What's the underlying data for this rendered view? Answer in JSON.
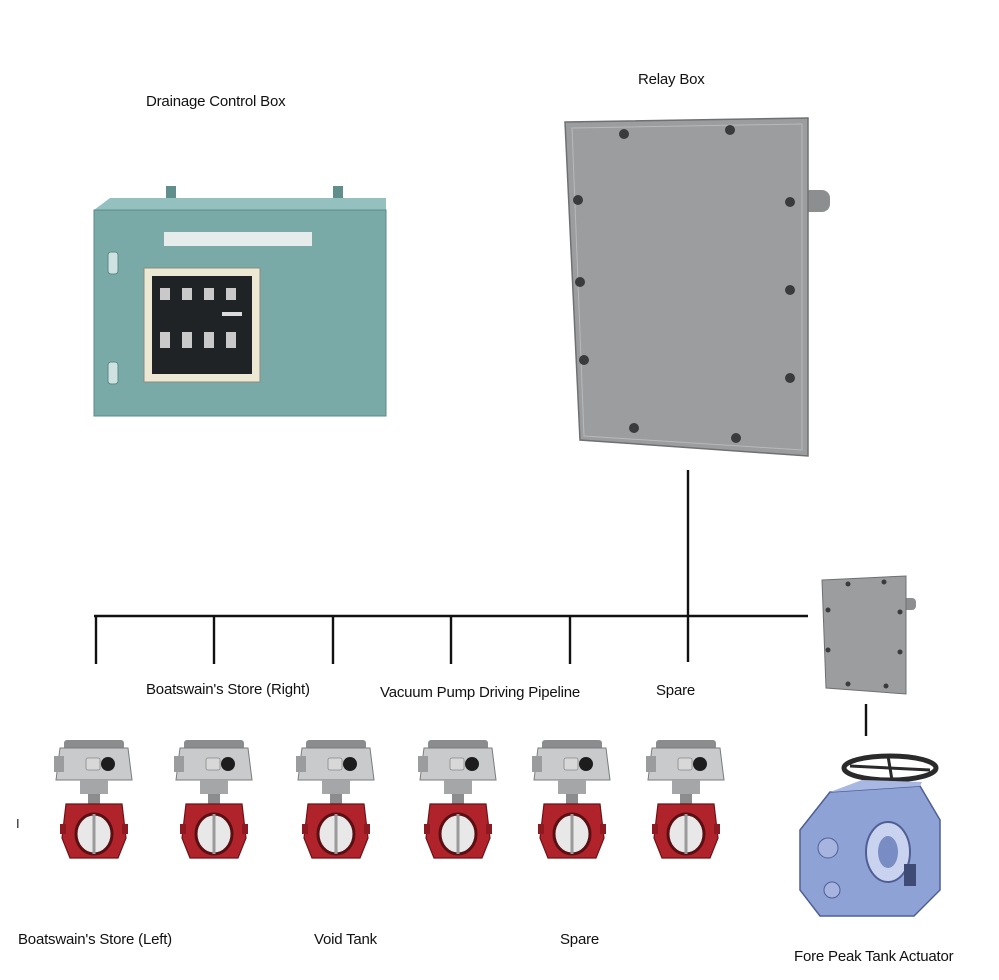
{
  "labels": {
    "drainage_control_box": "Drainage Control Box",
    "relay_box": "Relay Box",
    "boatswains_store_right": "Boatswain's Store (Right)",
    "vacuum_pump_driving_pipeline": "Vacuum Pump Driving Pipeline",
    "spare_top": "Spare",
    "boatswains_store_left": "Boatswain's Store (Left)",
    "void_tank": "Void Tank",
    "spare_bottom": "Spare",
    "fore_peak_tank_actuator": "Fore Peak Tank Actuator",
    "stray_mark": "I"
  },
  "colors": {
    "control_box_body": "#79aaa8",
    "relay_box_body": "#9c9d9f",
    "valve_disc_red": "#b0232b",
    "actuator_blue": "#8ea2d6",
    "wire": "#111111"
  },
  "icons": {
    "control_box": "control-panel-cabinet",
    "relay_box": "relay-enclosure",
    "valve": "butterfly-valve-actuator",
    "fore_peak_actuator": "handwheel-actuator"
  }
}
